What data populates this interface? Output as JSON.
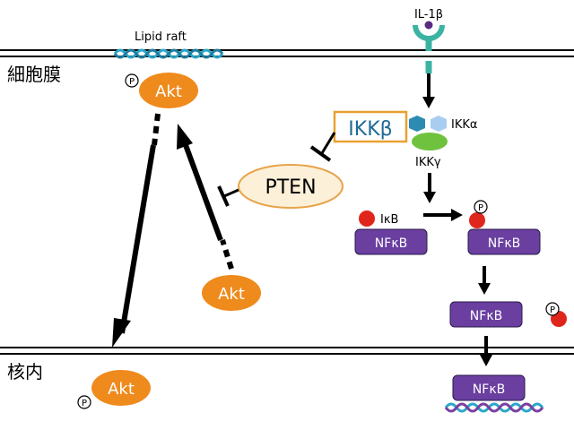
{
  "labels": {
    "membrane": "細胞膜",
    "nucleus": "核内",
    "lipid_raft": "Lipid raft",
    "ligand": "IL-1β",
    "phospho": "P",
    "akt": "Akt",
    "pten": "PTEN",
    "ikk_beta": "IKKβ",
    "ikk_alpha": "IKKα",
    "ikk_gamma": "IKKγ",
    "ikb": "IκB",
    "nfkb": "NFκB"
  },
  "colors": {
    "akt": "#ef8a1c",
    "pten_fill": "#fdf0d9",
    "pten_stroke": "#e7a34a",
    "ikk_beta_text": "#1f6b96",
    "ikk_beta_box": "#e8a130",
    "ikk_alpha": "#a9cdf0",
    "ikk_beta_node": "#2b8bb0",
    "ikk_gamma": "#6ec23e",
    "nfkb": "#6a3fa0",
    "ikb": "#e0261c",
    "receptor": "#3bb3a2",
    "ligand_dot": "#5a2a82",
    "dna_1": "#2aa7c9",
    "dna_2": "#7b3fa0",
    "membrane_line": "#000000"
  },
  "icons": [
    "double-helix-icon",
    "receptor-icon",
    "phospho-circle-icon",
    "inhibition-bar-icon"
  ]
}
